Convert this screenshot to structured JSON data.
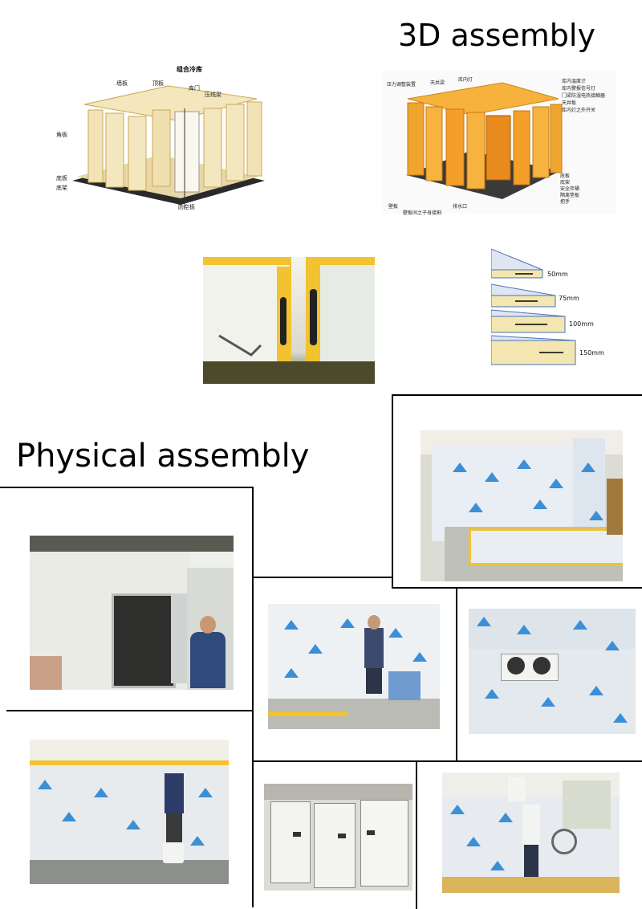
{
  "headings": {
    "three_d": "3D assembly",
    "physical": "Physical assembly"
  },
  "diagram_left": {
    "title": "组合冷库",
    "labels": [
      "墙板",
      "顶板",
      "库门",
      "压线梁",
      "角板",
      "底板",
      "底架",
      "防空板"
    ]
  },
  "diagram_right": {
    "labels_left": [
      "压力调整装置",
      "天井梁",
      "库内灯"
    ],
    "labels_right": [
      "库内温度计",
      "库内警报信号灯",
      "门梁防湿电热接触器",
      "天井板",
      "库内灯之外开关"
    ],
    "labels_bottom_right": [
      "底板",
      "底架",
      "安全拌桶",
      "隔离垫板",
      "把手"
    ],
    "labels_bottom": [
      "壁板",
      "壁板间之子母接割",
      "排水口"
    ]
  },
  "thickness_labels": [
    "50mm",
    "75mm",
    "100mm",
    "150mm"
  ],
  "colors": {
    "panel_yellow": "#f2c230",
    "panel_white": "#eef0ea",
    "steel_blue": "#3b8fd6",
    "floor_gray": "#9a9c96"
  },
  "photos": [
    {
      "name": "photo-assembled-wall"
    },
    {
      "name": "photo-room-with-door"
    },
    {
      "name": "photo-workers-installing-wall"
    },
    {
      "name": "photo-evaporator-ceiling"
    },
    {
      "name": "photo-worker-on-bucket"
    },
    {
      "name": "photo-cold-room-doors"
    },
    {
      "name": "photo-workers-top-panel"
    }
  ]
}
